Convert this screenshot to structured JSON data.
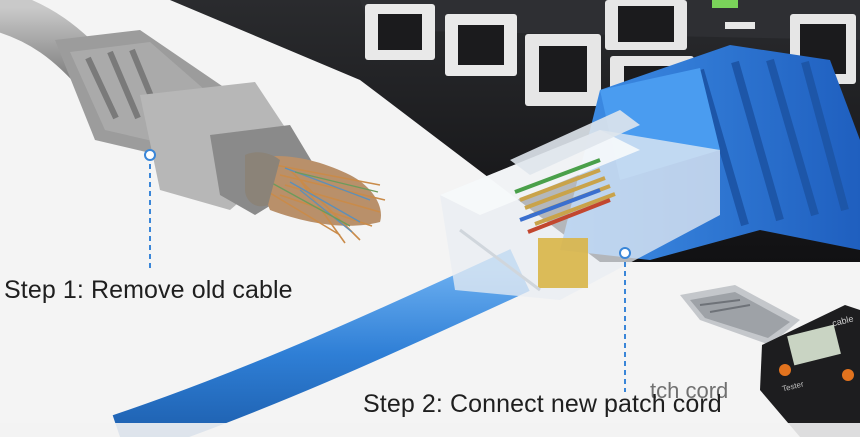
{
  "labels": {
    "step1": "Step 1: Remove old cable",
    "step2": "Step 2: Connect new patch cord",
    "ghost": "tch cord"
  },
  "tester": {
    "brand": "cable",
    "text": "Tester"
  },
  "colors": {
    "background": "#f3f3f3",
    "switch_body": "#1a1a1c",
    "old_cable": "#9a9a9a",
    "new_cable": "#2f7fd6",
    "boot": "#2a6fd0",
    "leader_line": "#3a86d8"
  }
}
